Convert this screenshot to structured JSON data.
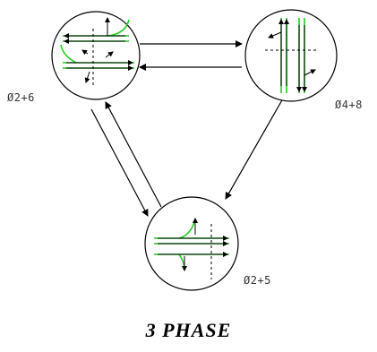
{
  "title": "3 PHASE",
  "phases": {
    "a": {
      "label": "Ø2+6"
    },
    "b": {
      "label": "Ø4+8"
    },
    "c": {
      "label": "Ø2+5"
    }
  },
  "colors": {
    "line": "#000000",
    "movement": "#22cc22",
    "text": "#333333"
  }
}
